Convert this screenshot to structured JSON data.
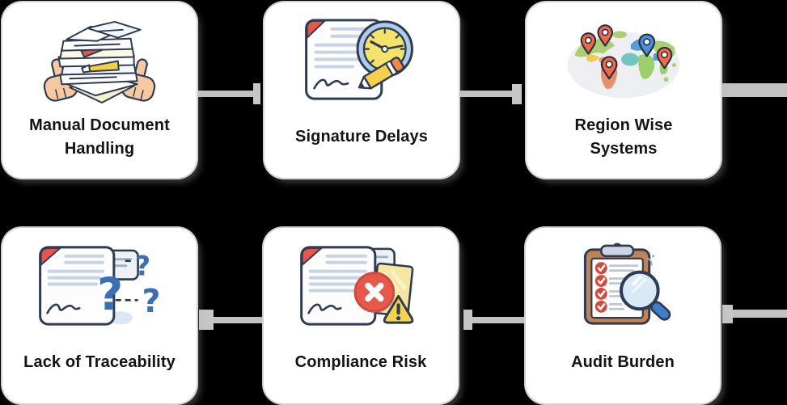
{
  "diagram": {
    "type": "process-card-grid",
    "background_color": "#000000",
    "card_background": "#ffffff",
    "card_border_color": "#d2d2d2",
    "connector_color": "#c2c2c2",
    "label_color": "#141414",
    "accent_colors": {
      "outline_navy": "#2f3b52",
      "red": "#e8564b",
      "yellow": "#f2d042",
      "blue": "#3b6fb5",
      "orange_pin": "#f26749",
      "green_map": "#a9cf72",
      "brown_clipboard": "#c08355"
    }
  },
  "cards": [
    {
      "label": "Manual Document Handling",
      "icon": "paper-stack-icon"
    },
    {
      "label": "Signature Delays",
      "icon": "document-clock-pencil-icon"
    },
    {
      "label": "Region Wise Systems",
      "icon": "world-map-pins-icon"
    },
    {
      "label": "Lack of Traceability",
      "icon": "document-question-marks-icon"
    },
    {
      "label": "Compliance Risk",
      "icon": "document-error-warning-icon"
    },
    {
      "label": "Audit Burden",
      "icon": "clipboard-magnifier-icon"
    }
  ]
}
